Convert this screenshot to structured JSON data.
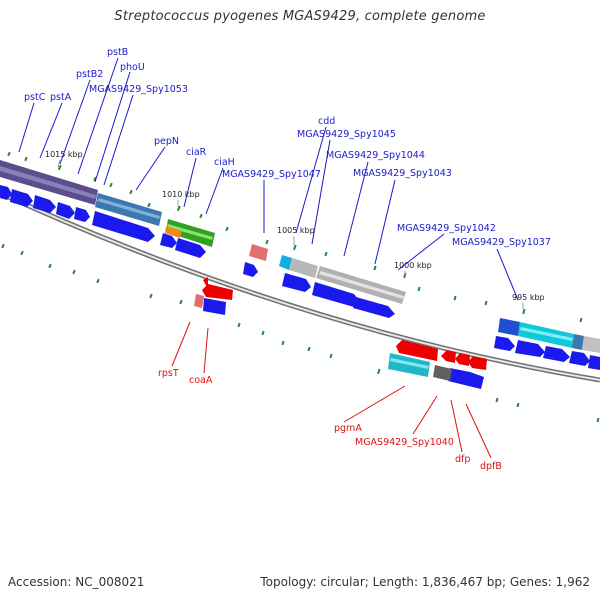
{
  "title": "Streptococcus pyogenes MGAS9429, complete genome",
  "accession": "Accession: NC_008021",
  "summary": "Topology: circular; Length: 1,836,467 bp; Genes: 1,962",
  "colors": {
    "plus_strand_label": "#1a1acc",
    "minus_strand_label": "#dd1111",
    "cds": "#1a1aee",
    "backbone": "#7a7a7a",
    "tick": "#228822"
  },
  "scale_labels": [
    "1015 kbp",
    "1010 kbp",
    "1005 kbp",
    "1000 kbp",
    "995 kbp"
  ],
  "plus_labels": [
    "pstB",
    "pstB2",
    "phoU",
    "pstC",
    "pstA",
    "MGAS9429_Spy1053",
    "pepN",
    "ciaR",
    "ciaH",
    "MGAS9429_Spy1047",
    "cdd",
    "MGAS9429_Spy1045",
    "MGAS9429_Spy1044",
    "MGAS9429_Spy1043",
    "MGAS9429_Spy1042",
    "MGAS9429_Spy1037"
  ],
  "minus_labels": [
    "rpsT",
    "coaA",
    "pgmA",
    "MGAS9429_Spy1040",
    "dfp",
    "dpfB"
  ]
}
